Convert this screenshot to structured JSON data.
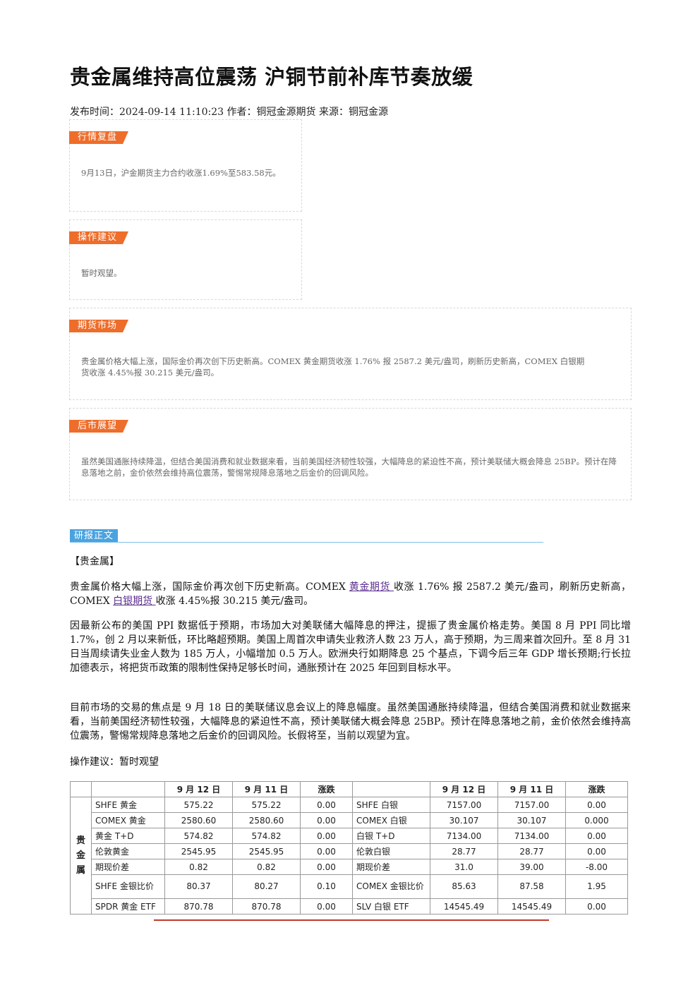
{
  "title": "贵金属维持高位震荡 沪铜节前补库节奏放缓",
  "meta": "发布时间：2024-09-14 11:10:23 作者：铜冠金源期货 来源：铜冠金源",
  "cards": {
    "review": {
      "tag": "行情复盘",
      "text": "9月13日，沪金期货主力合约收涨1.69%至583.58元。"
    },
    "advice": {
      "tag": "操作建议",
      "text": "暂时观望。"
    },
    "futures": {
      "tag": "期货市场",
      "text": "贵金属价格大幅上涨，国际金价再次创下历史新高。COMEX 黄金期货收涨 1.76% 报 2587.2 美元/盎司，刷新历史新高，COMEX 白银期货收涨 4.45%报 30.215 美元/盎司。"
    },
    "outlook": {
      "tag": "后市展望",
      "text": "虽然美国通胀持续降温，但结合美国消费和就业数据来看，当前美国经济韧性较强，大幅降息的紧迫性不高，预计美联储大概会降息 25BP。预计在降息落地之前，金价依然会维持高位震荡，警惕常规降息落地之后金价的回调风险。"
    }
  },
  "body": {
    "tag": "研报正文",
    "section": "【贵金属】",
    "p1_a": "贵金属价格大幅上涨，国际金价再次创下历史新高。COMEX ",
    "p1_link1": "黄金期货 ",
    "p1_b": "收涨 1.76% 报 2587.2 美元/盎司，刷新历史新高，COMEX ",
    "p1_link2": "白银期货 ",
    "p1_c": "收涨 4.45%报 30.215 美元/盎司。",
    "p2": "因最新公布的美国 PPI 数据低于预期，市场加大对美联储大幅降息的押注，提振了贵金属价格走势。美国 8 月 PPI 同比增 1.7%，创 2 月以来新低，环比略超预期。美国上周首次申请失业救济人数 23 万人，高于预期，为三周来首次回升。至 8 月 31 日当周续请失业金人数为 185 万人，小幅增加 0.5 万人。欧洲央行如期降息 25 个基点，下调今后三年 GDP 增长预期;行长拉加德表示，将把货币政策的限制性保持足够长时间，通胀预计在 2025 年回到目标水平。",
    "p3": "目前市场的交易的焦点是 9 月 18 日的美联储议息会议上的降息幅度。虽然美国通胀持续降温，但结合美国消费和就业数据来看，当前美国经济韧性较强，大幅降息的紧迫性不高，预计美联储大概会降息 25BP。预计在降息落地之前，金价依然会维持高位震荡，警惕常规降息落地之后金价的回调风险。长假将至，当前以观望为宜。",
    "p4": "操作建议：暂时观望"
  },
  "table": {
    "group_label": [
      "贵",
      "金",
      "属"
    ],
    "headers": [
      "9 月 12 日",
      "9 月 11 日",
      "涨跌",
      "9 月 12 日",
      "9 月 11 日",
      "涨跌"
    ],
    "rows": [
      [
        "SHFE 黄金",
        "575.22",
        "575.22",
        "0.00",
        "SHFE 白银",
        "7157.00",
        "7157.00",
        "0.00"
      ],
      [
        "COMEX 黄金",
        "2580.60",
        "2580.60",
        "0.00",
        "COMEX 白银",
        "30.107",
        "30.107",
        "0.000"
      ],
      [
        "黄金 T+D",
        "574.82",
        "574.82",
        "0.00",
        "白银 T+D",
        "7134.00",
        "7134.00",
        "0.00"
      ],
      [
        "伦敦黄金",
        "2545.95",
        "2545.95",
        "0.00",
        "伦敦白银",
        "28.77",
        "28.77",
        "0.00"
      ],
      [
        "期现价差",
        "0.82",
        "0.82",
        "0.00",
        "期现价差",
        "31.0",
        "39.00",
        "-8.00"
      ],
      [
        "SHFE 金银比价",
        "80.37",
        "80.27",
        "0.10",
        "COMEX 金银比价",
        "85.63",
        "87.58",
        "1.95"
      ],
      [
        "SPDR 黄金 ETF",
        "870.78",
        "870.78",
        "0.00",
        "SLV 白银 ETF",
        "14545.49",
        "14545.49",
        "0.00"
      ]
    ]
  }
}
